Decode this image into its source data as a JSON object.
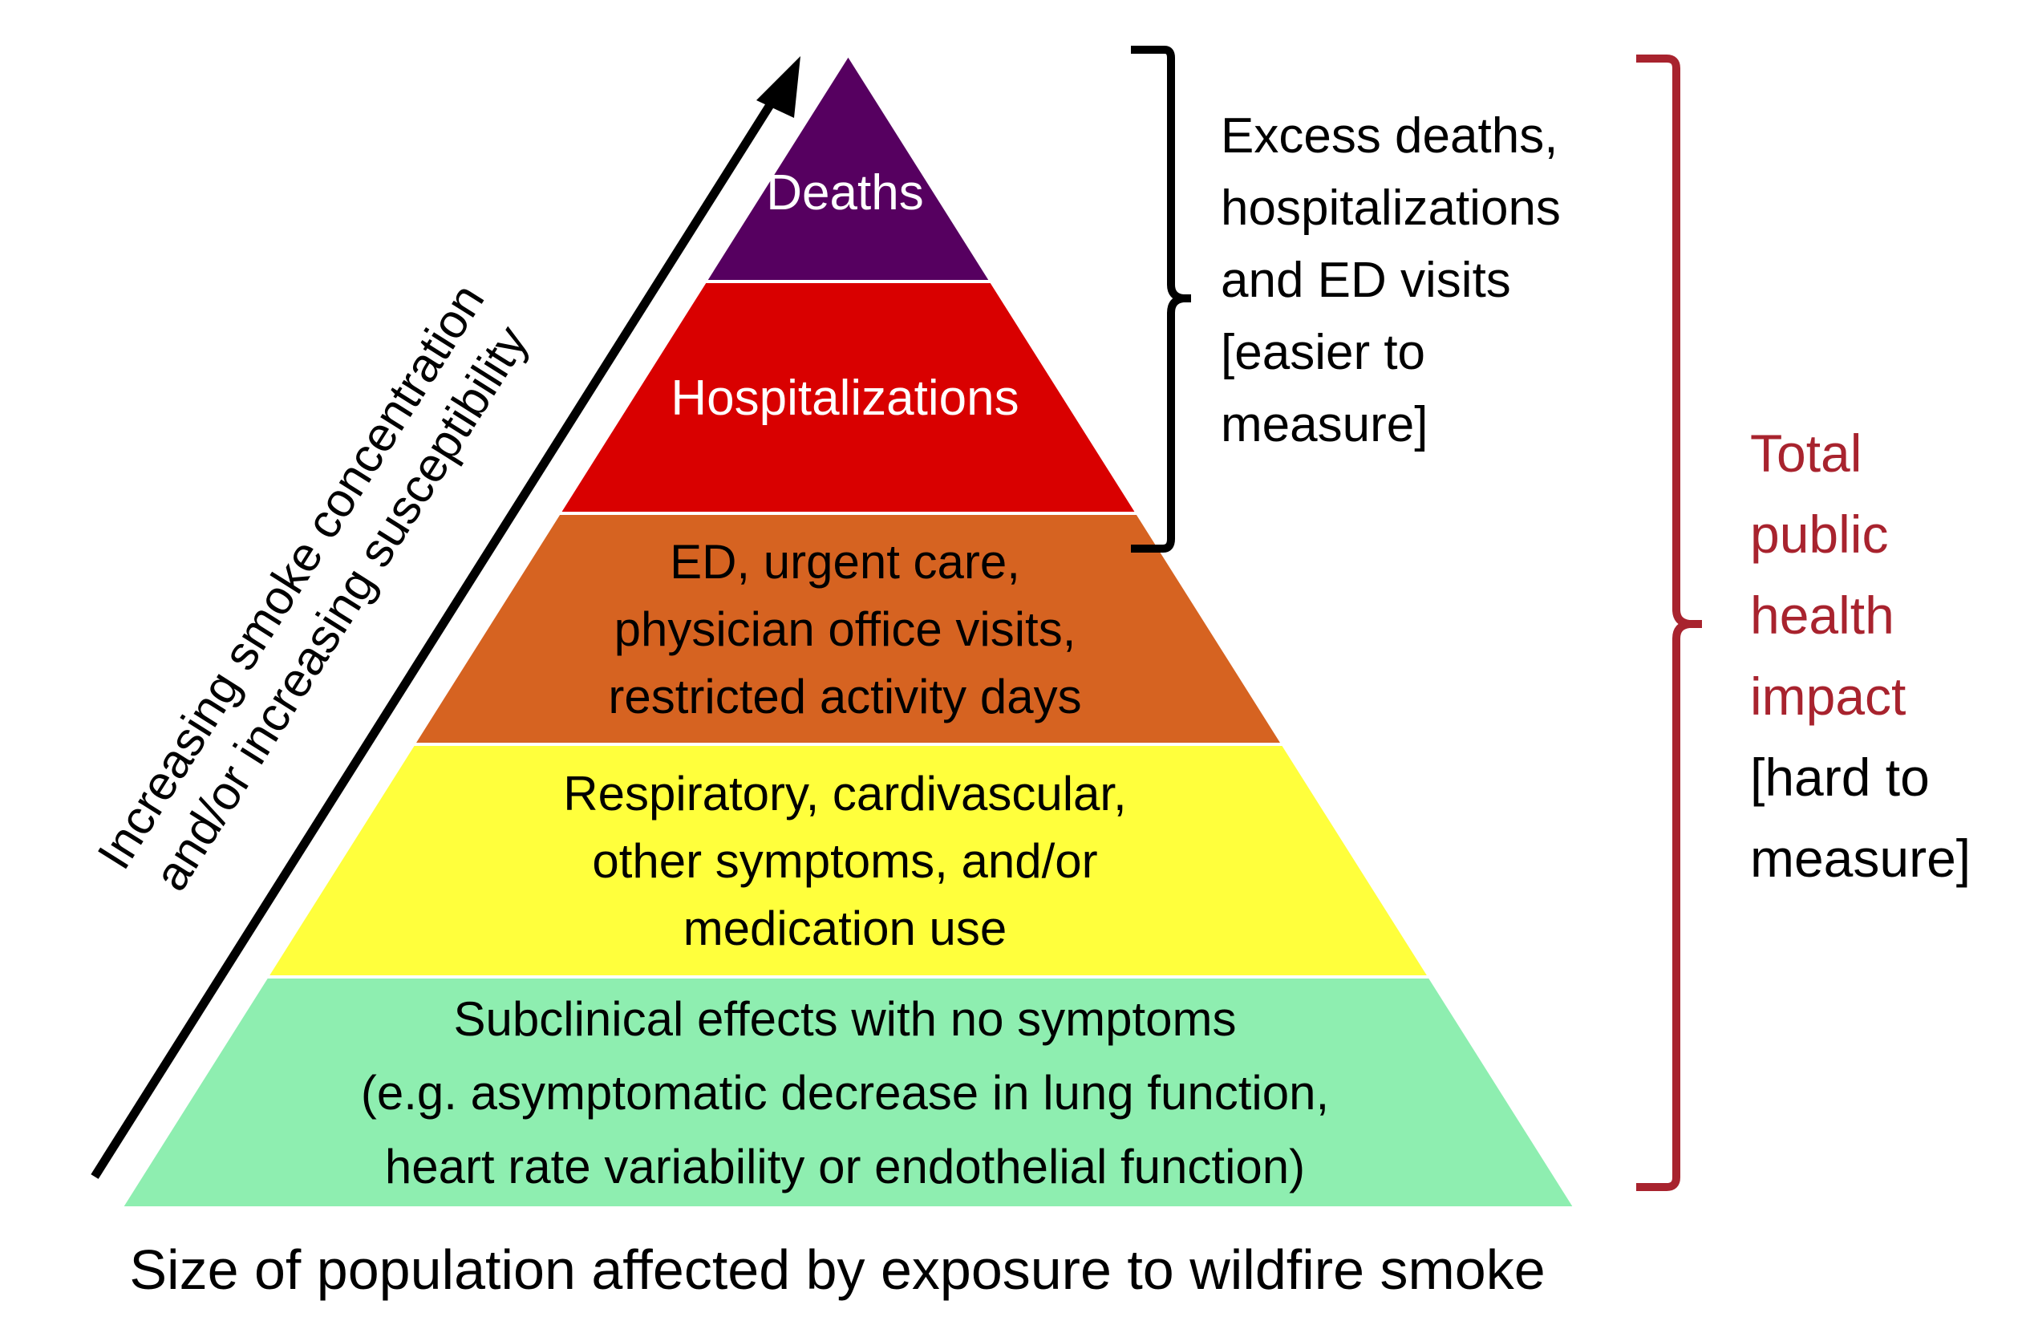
{
  "layers": [
    {
      "lines": [
        "Deaths"
      ],
      "color": "#560060",
      "text_color": "#ffffff"
    },
    {
      "lines": [
        "Hospitalizations"
      ],
      "color": "#d90000",
      "text_color": "#ffffff"
    },
    {
      "lines": [
        "ED, urgent care,",
        "physician office visits,",
        "restricted  activity days"
      ],
      "color": "#d66321",
      "text_color": "#000000"
    },
    {
      "lines": [
        "Respiratory, cardivascular,",
        "other symptoms, and/or",
        "medication use"
      ],
      "color": "#ffff3c",
      "text_color": "#000000"
    },
    {
      "lines": [
        "Subclinical effects with no symptoms",
        "(e.g. asymptomatic decrease in lung function,",
        "heart rate variability or endothelial function)"
      ],
      "color": "#8eeeb0",
      "text_color": "#000000"
    }
  ],
  "arrow_label": [
    "Increasing smoke concentration",
    "and/or increasing susceptibility"
  ],
  "upper_bracket_label": [
    "Excess deaths,",
    "hospitalizations",
    "and ED visits",
    "[easier to",
    "measure]"
  ],
  "total_bracket_label": {
    "highlight": [
      "Total",
      "public",
      "health",
      "impact"
    ],
    "note": [
      "[hard to",
      "measure]"
    ],
    "color": "#a8232e"
  },
  "x_label": "Size of population affected by exposure to wildfire smoke"
}
